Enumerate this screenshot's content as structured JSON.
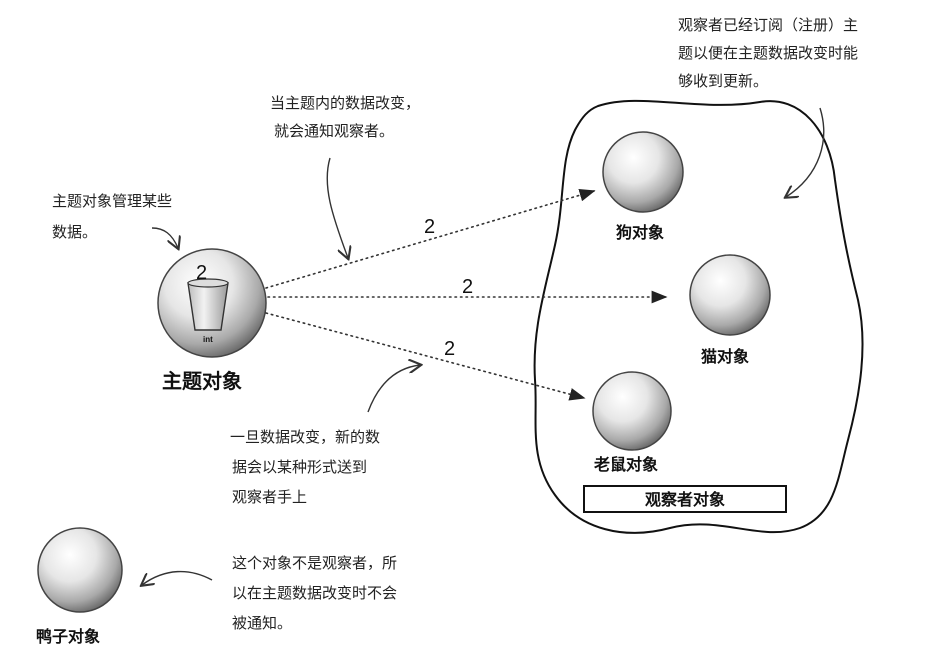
{
  "subject": {
    "label": "主题对象",
    "value": "2",
    "cup_text": "int"
  },
  "observers": {
    "dog": "狗对象",
    "cat": "猫对象",
    "mouse": "老鼠对象",
    "group_box": "观察者对象"
  },
  "arrows": {
    "to_dog": "2",
    "to_cat": "2",
    "to_mouse": "2"
  },
  "duck": {
    "label": "鸭子对象"
  },
  "notes": {
    "subject_manages": [
      "主题对象管理某些",
      "数据。"
    ],
    "when_data_changes": [
      "当主题内的数据改变，",
      "就会通知观察者。"
    ],
    "registered": [
      "观察者已经订阅（注册）主",
      "题以便在主题数据改变时能",
      "够收到更新。"
    ],
    "new_data": [
      "一旦数据改变，新的数",
      "据会以某种形式送到",
      "观察者手上"
    ],
    "not_observer": [
      "这个对象不是观察者，所",
      "以在主题数据改变时不会",
      "被通知。"
    ]
  }
}
